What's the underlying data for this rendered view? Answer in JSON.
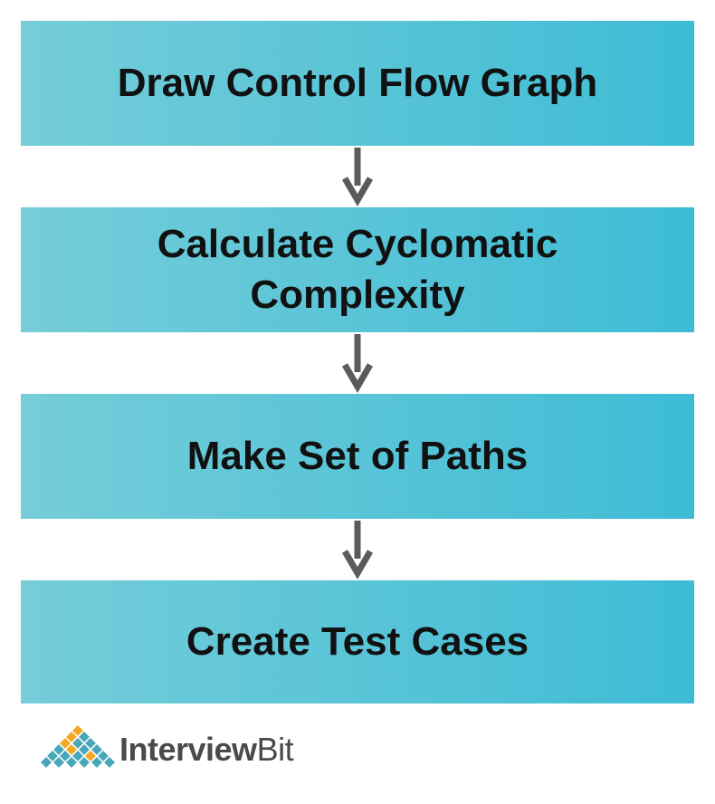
{
  "diagram": {
    "type": "flowchart",
    "direction": "top-to-bottom",
    "box_gradient": [
      "#75cdd8",
      "#3ebcd6"
    ],
    "arrow_color": "#5b5b5b",
    "steps": [
      {
        "label": "Draw Control Flow Graph"
      },
      {
        "label": "Calculate Cyclomatic\nComplexity"
      },
      {
        "label": "Make Set of Paths"
      },
      {
        "label": "Create Test Cases"
      }
    ]
  },
  "brand": {
    "name_part1": "Interview",
    "name_part2": "Bit",
    "logo_icon": "diamond-lattice-icon",
    "colors": {
      "orange": "#f5a623",
      "teal": "#49a7ba",
      "text": "#4a4a4a"
    }
  }
}
